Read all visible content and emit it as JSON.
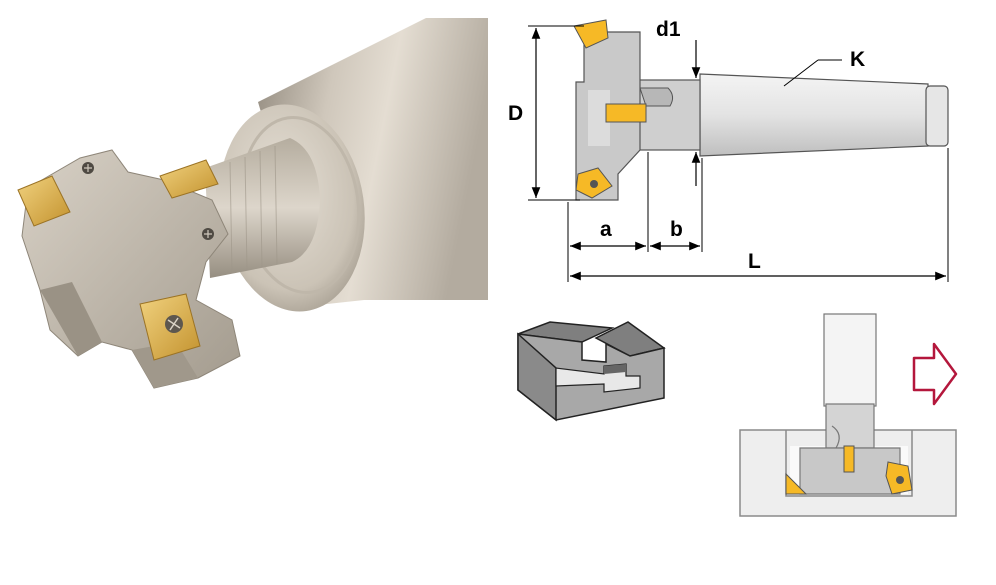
{
  "labels": {
    "diameter": "D",
    "neck_diameter": "d1",
    "taper": "K",
    "insert_offset": "a",
    "neck_length": "b",
    "overall_length": "L"
  },
  "colors": {
    "steel_body": "#d2cbc1",
    "steel_shadow": "#a79f94",
    "insert_gold": "#e2b552",
    "diagram_body": "#c4c4c4",
    "diagram_insert": "#f6b926",
    "workpiece_dark": "#777777",
    "workpiece_light": "#a9a9a9",
    "arrow_outline": "#b4173c"
  },
  "panels": {
    "photo": "t-slot-cutter-photo",
    "dimension_drawing": "t-slot-cutter-dimension-drawing",
    "slot_block": "t-slot-workpiece-isometric",
    "cutting_view": "t-slot-cutting-section",
    "feed_arrow": "feed-direction-arrow-icon"
  }
}
